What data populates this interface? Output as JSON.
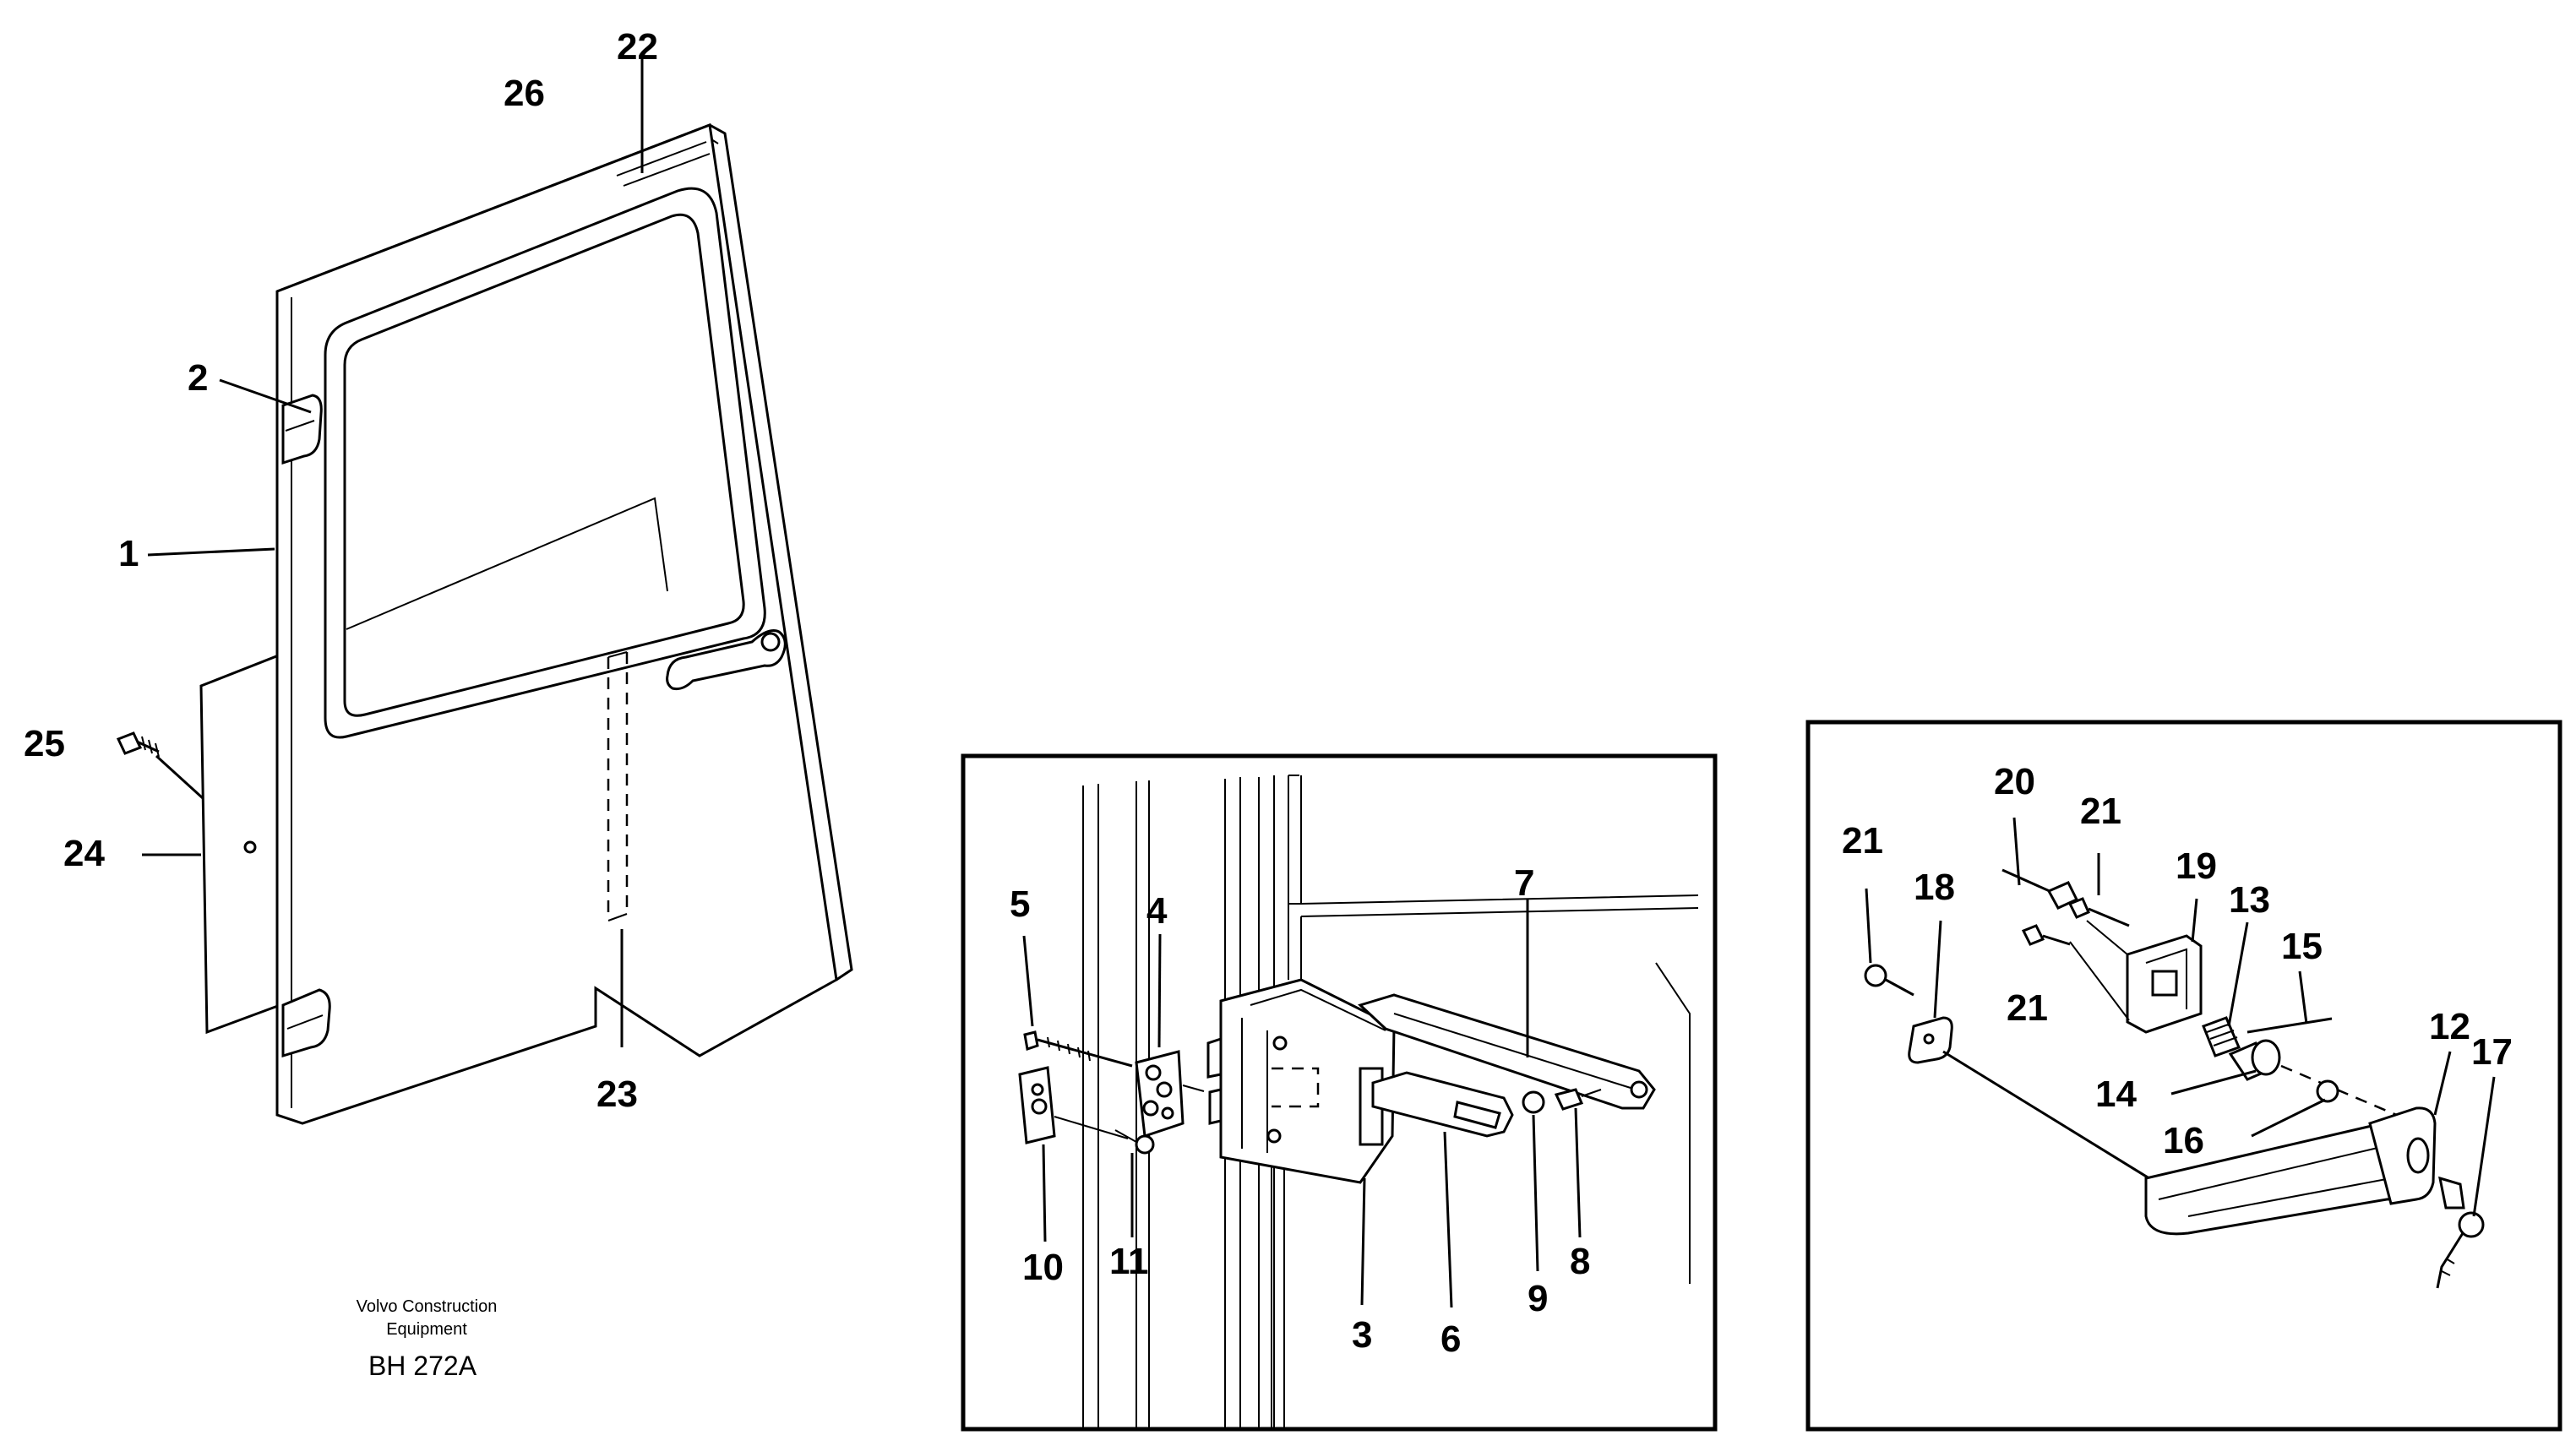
{
  "callouts": {
    "n1": "1",
    "n2": "2",
    "n3": "3",
    "n4": "4",
    "n5": "5",
    "n6": "6",
    "n7": "7",
    "n8": "8",
    "n9": "9",
    "n10": "10",
    "n11": "11",
    "n12": "12",
    "n13": "13",
    "n14": "14",
    "n15": "15",
    "n16": "16",
    "n17": "17",
    "n18": "18",
    "n19": "19",
    "n20": "20",
    "n21a": "21",
    "n21b": "21",
    "n21c": "21",
    "n22": "22",
    "n23": "23",
    "n24": "24",
    "n25": "25",
    "n26": "26"
  },
  "caption": {
    "line1": "Volvo Construction",
    "line2": "Equipment",
    "code": "BH 272A"
  }
}
